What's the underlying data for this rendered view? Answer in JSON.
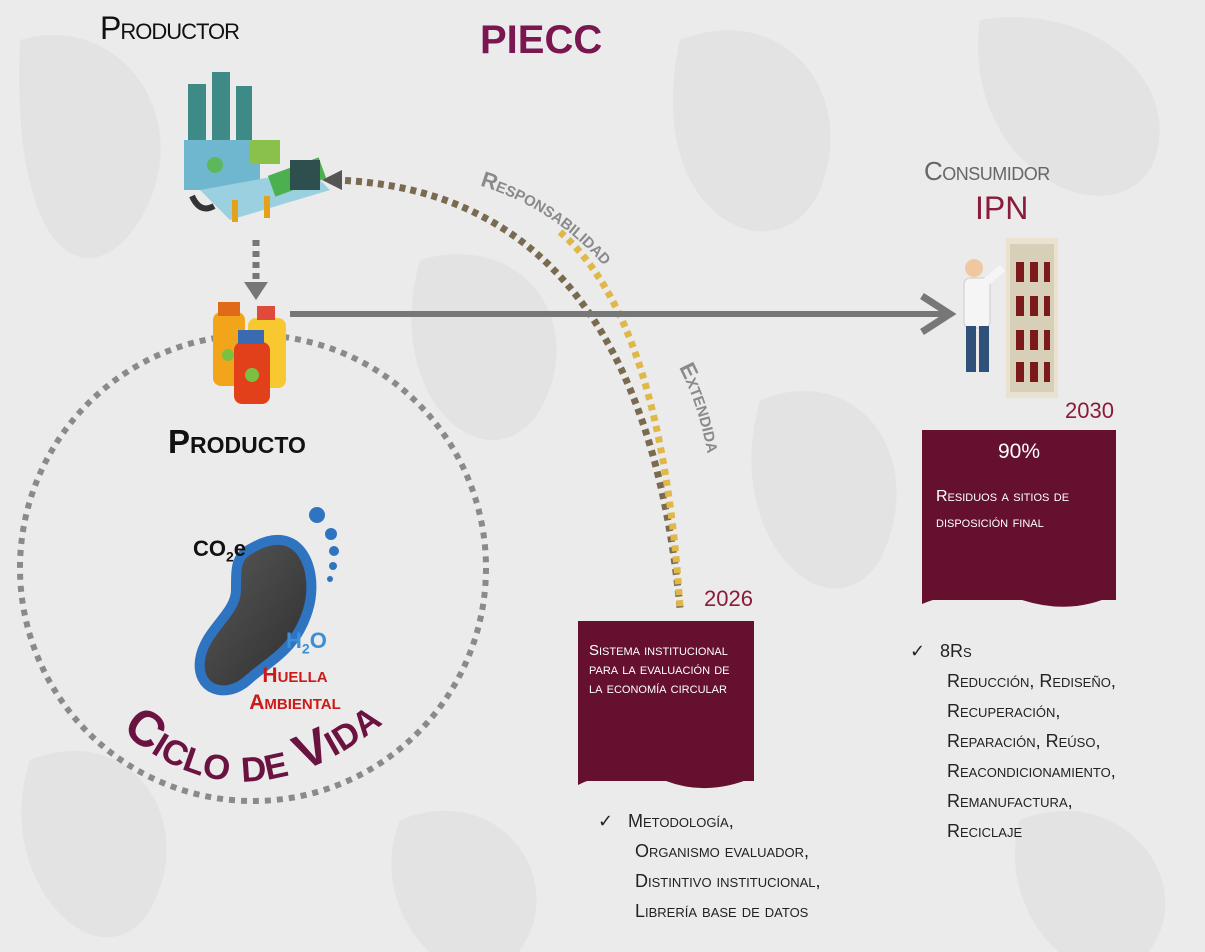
{
  "header": {
    "productor": "Productor",
    "piecc": "PIECC",
    "consumidor": "Consumidor",
    "ipn": "IPN"
  },
  "arc_labels": {
    "responsabilidad": "Responsabilidad",
    "extendida": "Extendida"
  },
  "product": {
    "label": "Producto",
    "co2": "CO",
    "co2_sub": "2",
    "co2_suffix": "e",
    "h2o": "H",
    "h2o_sub": "2",
    "h2o_suffix": "O",
    "huella": "Huella Ambiental"
  },
  "cycle_label": "Ciclo de Vida",
  "milestone_2026": {
    "year": "2026",
    "text": "Sistema institucional para la evaluación de la economía circular",
    "list": [
      "Metodología,",
      "Organismo evaluador,",
      "Distintivo institucional,",
      "Librería base de datos"
    ]
  },
  "milestone_2030": {
    "year": "2030",
    "percent": "90%",
    "text": "Residuos a sitios de disposición final",
    "list": [
      "8Rs",
      "Reducción, Rediseño,",
      "Recuperación,",
      "Reparación, Reúso,",
      "Reacondicionamiento,",
      "Remanufactura,",
      "Reciclaje"
    ]
  },
  "colors": {
    "maroon": "#64102e",
    "accent": "#8a1b3a",
    "gold": "#e0b84a",
    "gray": "#7a7a7a"
  }
}
